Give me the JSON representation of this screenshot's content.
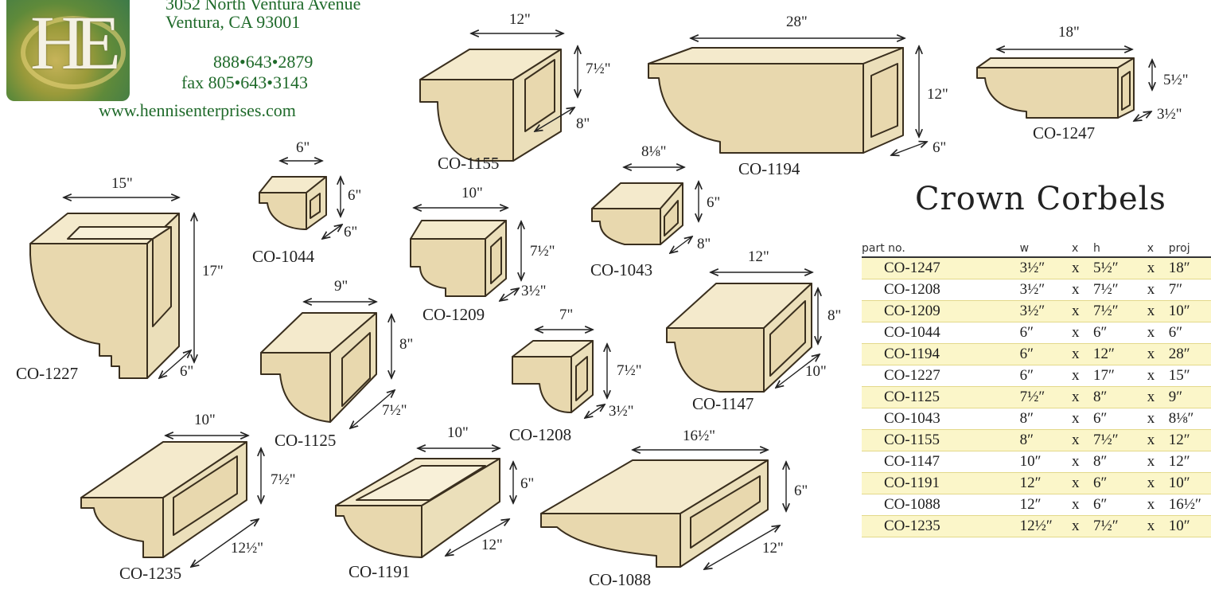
{
  "company": {
    "logo_text": "HE",
    "address1": "3052 North Ventura Avenue",
    "address2": "Ventura, CA 93001",
    "phone": "888•643•2879",
    "fax": "fax 805•643•3143",
    "website": "www.hennisenterprises.com"
  },
  "title": "Crown Corbels",
  "table": {
    "headers": [
      "part no.",
      "w",
      "x",
      "h",
      "x",
      "proj"
    ],
    "rows": [
      [
        "CO-1247",
        "3½″",
        "x",
        "5½″",
        "x",
        "18″"
      ],
      [
        "CO-1208",
        "3½″",
        "x",
        "7½″",
        "x",
        "7″"
      ],
      [
        "CO-1209",
        "3½″",
        "x",
        "7½″",
        "x",
        "10″"
      ],
      [
        "CO-1044",
        "6″",
        "x",
        "6″",
        "x",
        "6″"
      ],
      [
        "CO-1194",
        "6″",
        "x",
        "12″",
        "x",
        "28″"
      ],
      [
        "CO-1227",
        "6″",
        "x",
        "17″",
        "x",
        "15″"
      ],
      [
        "CO-1125",
        "7½″",
        "x",
        "8″",
        "x",
        "9″"
      ],
      [
        "CO-1043",
        "8″",
        "x",
        "6″",
        "x",
        "8⅛″"
      ],
      [
        "CO-1155",
        "8″",
        "x",
        "7½″",
        "x",
        "12″"
      ],
      [
        "CO-1147",
        "10″",
        "x",
        "8″",
        "x",
        "12″"
      ],
      [
        "CO-1191",
        "12″",
        "x",
        "6″",
        "x",
        "10″"
      ],
      [
        "CO-1088",
        "12″",
        "x",
        "6″",
        "x",
        "16½″"
      ],
      [
        "CO-1235",
        "12½″",
        "x",
        "7½″",
        "x",
        "10″"
      ]
    ]
  },
  "corbels": {
    "co1155": {
      "label": "CO-1155",
      "w": "12\"",
      "h": "7½\"",
      "d": "8\""
    },
    "co1194": {
      "label": "CO-1194",
      "w": "28\"",
      "h": "12\"",
      "d": "6\""
    },
    "co1247": {
      "label": "CO-1247",
      "w": "18\"",
      "h": "5½\"",
      "d": "3½\""
    },
    "co1044": {
      "label": "CO-1044",
      "w": "6\"",
      "h": "6\"",
      "d": "6\""
    },
    "co1209": {
      "label": "CO-1209",
      "w": "10\"",
      "h": "7½\"",
      "d": "3½\""
    },
    "co1043": {
      "label": "CO-1043",
      "w": "8⅛\"",
      "h": "6\"",
      "d": "8\""
    },
    "co1227": {
      "label": "CO-1227",
      "w": "15\"",
      "h": "17\"",
      "d": "6\""
    },
    "co1125": {
      "label": "CO-1125",
      "w": "9\"",
      "h": "8\"",
      "d": "7½\""
    },
    "co1208": {
      "label": "CO-1208",
      "w": "7\"",
      "h": "7½\"",
      "d": "3½\""
    },
    "co1147": {
      "label": "CO-1147",
      "w": "12\"",
      "h": "8\"",
      "d": "10\""
    },
    "co1235": {
      "label": "CO-1235",
      "w": "10\"",
      "h": "7½\"",
      "d": "12½\""
    },
    "co1191": {
      "label": "CO-1191",
      "w": "10\"",
      "h": "6\"",
      "d": "12\""
    },
    "co1088": {
      "label": "CO-1088",
      "w": "16½\"",
      "h": "6\"",
      "d": "12\""
    }
  }
}
